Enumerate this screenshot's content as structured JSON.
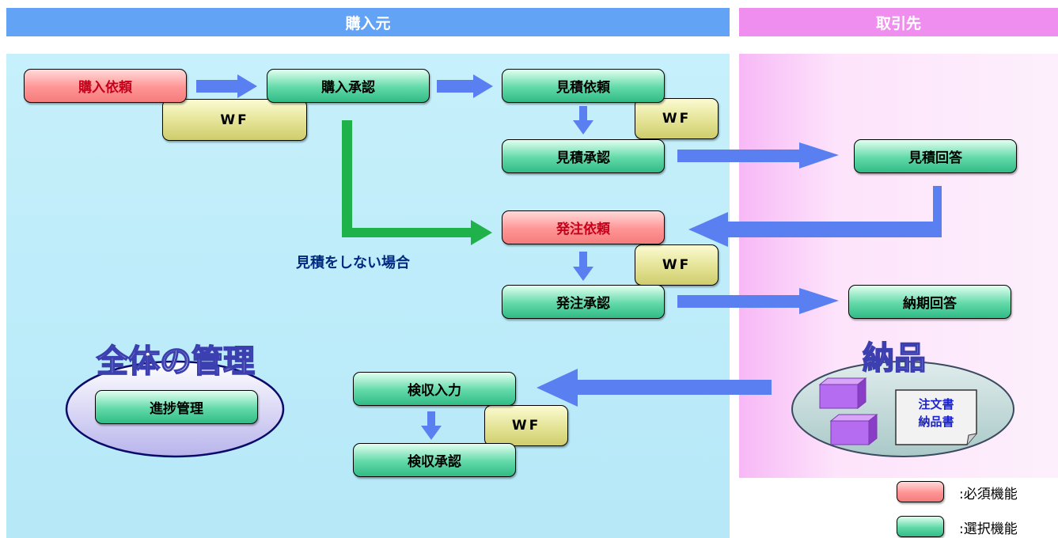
{
  "headers": {
    "buyer": "購入元",
    "supplier": "取引先"
  },
  "flow": {
    "purchase_request": "購入依頼",
    "purchase_approval": "購入承認",
    "quote_request": "見積依頼",
    "quote_approval": "見積承認",
    "quote_answer": "見積回答",
    "order_request": "発注依頼",
    "order_approval": "発注承認",
    "delivery_date_answer": "納期回答",
    "inspection_input": "検収入力",
    "inspection_approval": "検収承認",
    "progress_management": "進捗管理"
  },
  "wf_label": "WF",
  "no_quote_note": "見積をしない場合",
  "overall_management_title": "全体の管理",
  "delivery_title": "納品",
  "documents": {
    "order_form": "注文書",
    "delivery_note": "納品書"
  },
  "legend": {
    "required": ":必須機能",
    "optional": ":選択機能"
  },
  "colors": {
    "required": "#ff9494",
    "optional": "#61d9a8",
    "wf": "#e6e59a",
    "flow_arrow": "#5a7ff0",
    "bypass_arrow": "#1fb24a"
  }
}
